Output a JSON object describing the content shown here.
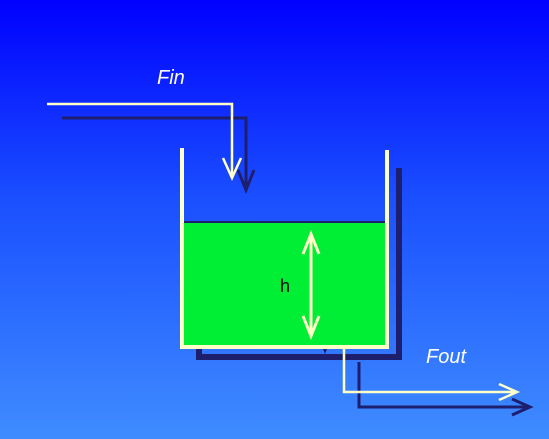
{
  "labels": {
    "inflow": "Fin",
    "outflow": "Fout",
    "height": "h"
  },
  "colors": {
    "background_top": "#0000ff",
    "background_bottom": "#3f8cff",
    "tank_wall": "#ffffc8",
    "liquid": "#00ee33",
    "flow_line": "#ffffc8",
    "shadow": "#1e1e6e",
    "height_arrow": "#ffffc8"
  }
}
